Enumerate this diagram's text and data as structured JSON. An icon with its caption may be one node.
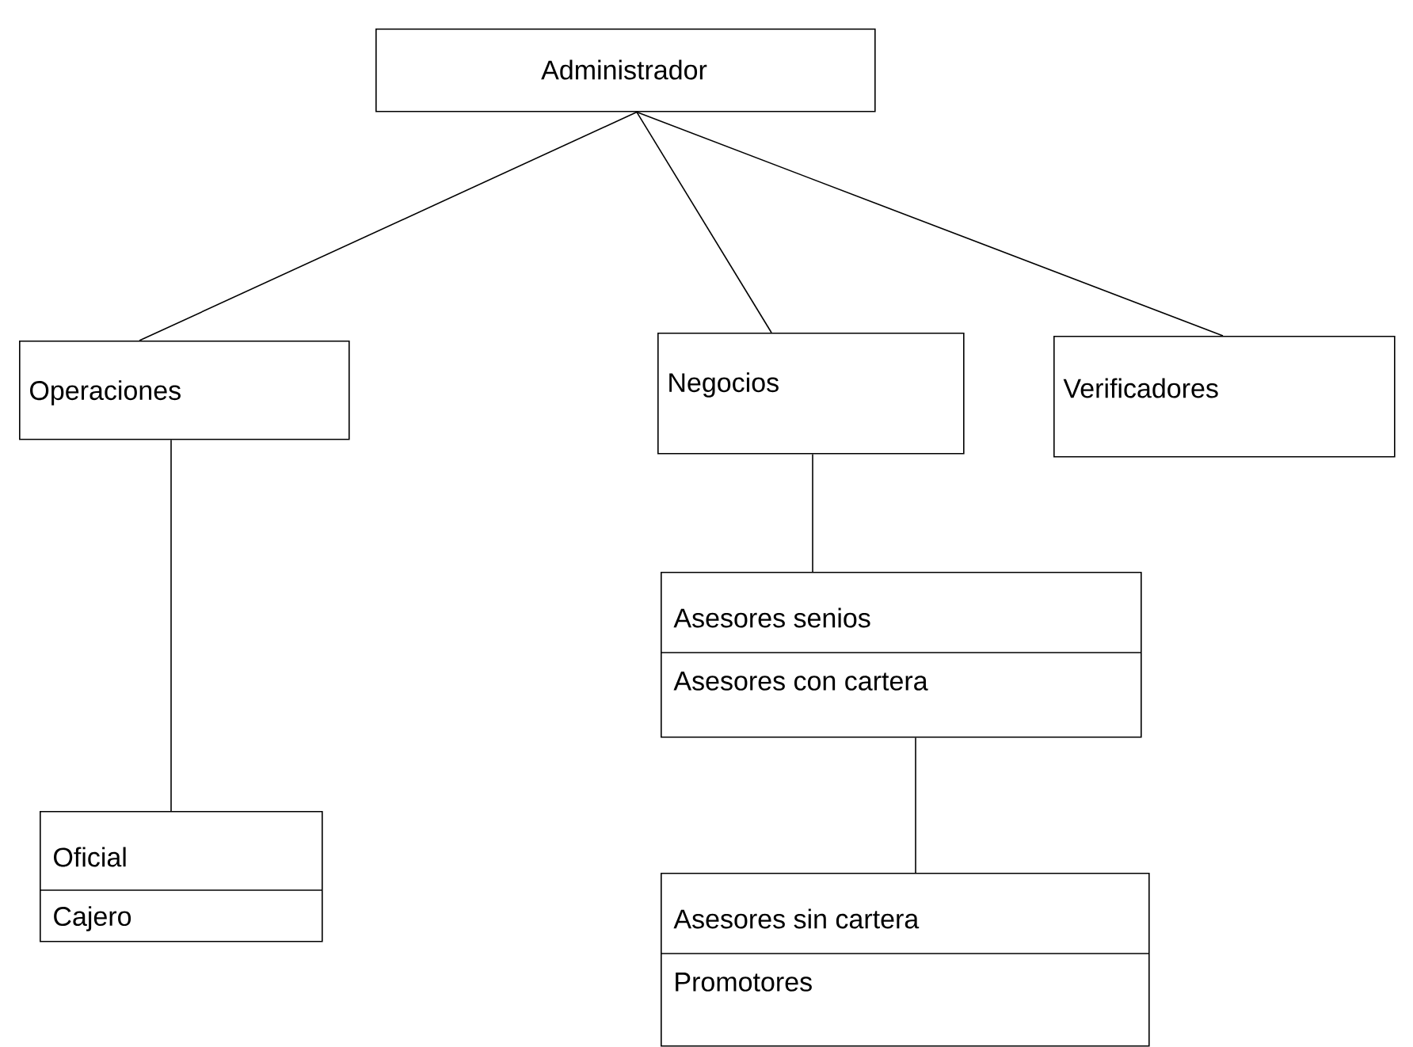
{
  "diagram": {
    "nodes": [
      {
        "text": [
          "Administrador"
        ]
      },
      {
        "text": [
          "Operaciones"
        ]
      },
      {
        "text": [
          "Negocios"
        ]
      },
      {
        "text": [
          "Verificadores"
        ]
      },
      {
        "text": [
          "Asesores senios",
          "Asesores con cartera"
        ]
      },
      {
        "text": [
          "Oficial",
          "Cajero"
        ]
      },
      {
        "text": [
          "Asesores sin cartera",
          "Promotores"
        ]
      }
    ],
    "edges": [
      {
        "from": 0,
        "to": 1,
        "arrow": "none"
      },
      {
        "from": 0,
        "to": 2,
        "arrow": "none"
      },
      {
        "from": 0,
        "to": 3,
        "arrow": "none"
      },
      {
        "from": 1,
        "to": 5,
        "arrow": "none"
      },
      {
        "from": 2,
        "to": 4,
        "arrow": "none"
      },
      {
        "from": 4,
        "to": 6,
        "arrow": "none"
      }
    ]
  }
}
